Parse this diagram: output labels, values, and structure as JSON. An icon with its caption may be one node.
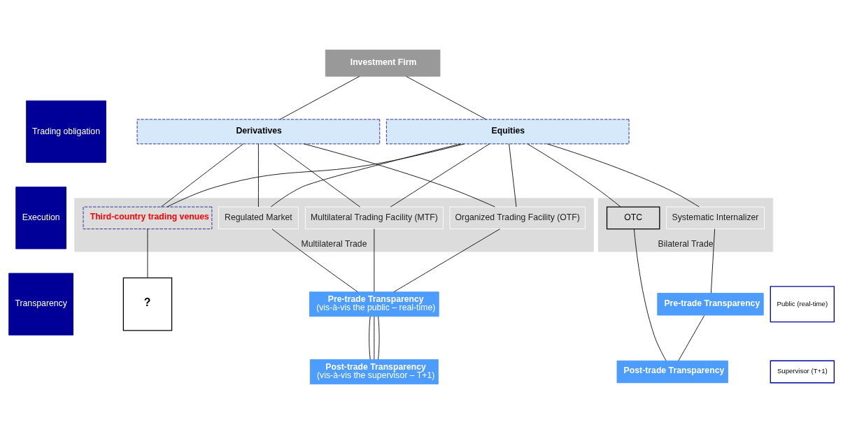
{
  "diagram": {
    "nodes": [
      {
        "text": [
          "Investment Firm"
        ]
      },
      {
        "text": [
          "Derivatives"
        ]
      },
      {
        "text": [
          "Equities"
        ]
      },
      {
        "text": [
          "Multilateral Trade"
        ]
      },
      {
        "text": [
          "Third-country trading venues"
        ],
        "in": 3
      },
      {
        "text": [
          "Regulated Market"
        ],
        "in": 3
      },
      {
        "text": [
          "Multilateral Trading Facility (MTF)"
        ],
        "in": 3
      },
      {
        "text": [
          "Organized Trading Facility (OTF)"
        ],
        "in": 3
      },
      {
        "text": [
          "Bilateral Trade"
        ]
      },
      {
        "text": [
          "Systematic Internalizer"
        ],
        "in": 8
      },
      {
        "text": [
          "OTC"
        ],
        "in": 8
      },
      {
        "text": [
          "?"
        ]
      },
      {
        "text": [
          "Pre-trade Transparency",
          "(vis-à-vis the public – real-time)"
        ]
      },
      {
        "text": [
          "Post-trade Transparency",
          "(vis-à-vis the supervisor – T+1)"
        ]
      },
      {
        "text": [
          "Public (real-time)"
        ]
      },
      {
        "text": [
          "Supervisor (T+1)"
        ]
      },
      {
        "text": [
          "Pre-trade Transparency"
        ]
      },
      {
        "text": [
          "Post-trade Transparency"
        ]
      },
      {
        "text": [
          "Trading obligation"
        ]
      },
      {
        "text": [
          "Execution"
        ]
      },
      {
        "text": [
          "Transparency"
        ]
      }
    ],
    "edges": [
      {
        "from": 0,
        "to": 1,
        "arrow": "none"
      },
      {
        "from": 0,
        "to": 2,
        "arrow": "none"
      },
      {
        "from": 1,
        "to": 4,
        "arrow": "none"
      },
      {
        "from": 1,
        "to": 5,
        "arrow": "none"
      },
      {
        "from": 1,
        "to": 6,
        "arrow": "none"
      },
      {
        "from": 1,
        "to": 7,
        "arrow": "none"
      },
      {
        "from": 2,
        "to": 4,
        "arrow": "none"
      },
      {
        "from": 2,
        "to": 5,
        "arrow": "none"
      },
      {
        "from": 2,
        "to": 6,
        "arrow": "none"
      },
      {
        "from": 2,
        "to": 7,
        "arrow": "none"
      },
      {
        "from": 2,
        "to": 9,
        "arrow": "none"
      },
      {
        "from": 2,
        "to": 10,
        "arrow": "none"
      },
      {
        "from": 4,
        "to": 11,
        "arrow": "none"
      },
      {
        "from": 5,
        "to": 12,
        "arrow": "none"
      },
      {
        "from": 6,
        "to": 12,
        "arrow": "none"
      },
      {
        "from": 7,
        "to": 12,
        "arrow": "none"
      },
      {
        "from": 12,
        "to": 13,
        "arrow": "none"
      },
      {
        "from": 12,
        "to": 13,
        "arrow": "none"
      },
      {
        "from": 12,
        "to": 13,
        "arrow": "none"
      },
      {
        "from": 9,
        "to": 16,
        "arrow": "none"
      },
      {
        "from": 16,
        "to": 17,
        "arrow": "none"
      },
      {
        "from": 10,
        "to": 17,
        "arrow": "none"
      }
    ]
  }
}
